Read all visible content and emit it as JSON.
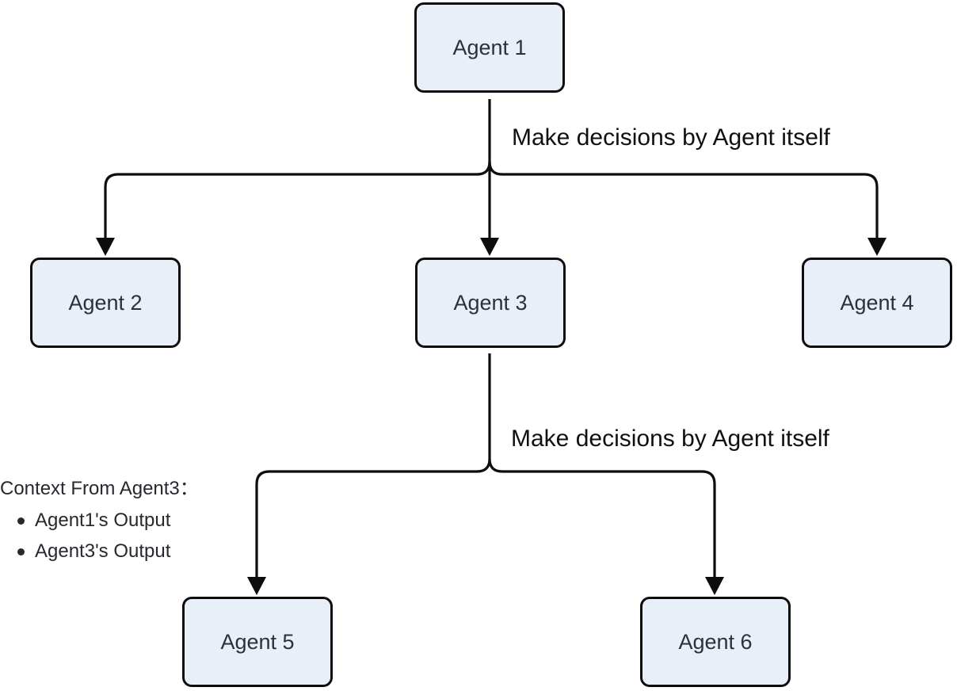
{
  "diagram": {
    "nodes": [
      {
        "id": "agent1",
        "label": "Agent 1"
      },
      {
        "id": "agent2",
        "label": "Agent 2"
      },
      {
        "id": "agent3",
        "label": "Agent 3"
      },
      {
        "id": "agent4",
        "label": "Agent 4"
      },
      {
        "id": "agent5",
        "label": "Agent 5"
      },
      {
        "id": "agent6",
        "label": "Agent 6"
      }
    ],
    "edges": [
      {
        "from": "agent1",
        "to": [
          "agent2",
          "agent3",
          "agent4"
        ],
        "label": "Make decisions by Agent itself"
      },
      {
        "from": "agent3",
        "to": [
          "agent5",
          "agent6"
        ],
        "label": "Make decisions by Agent itself"
      }
    ],
    "annotation": {
      "title": "Context From Agent3：",
      "items": [
        "Agent1's Output",
        "Agent3's Output"
      ]
    }
  },
  "colors": {
    "canvas_bg": "#ffffff",
    "node_fill": "#e9eff9",
    "node_border": "#0d0d0d",
    "node_text": "#2b3137",
    "edge_color": "#0d0d0d",
    "label_text": "#101010",
    "note_text": "#26292e"
  }
}
